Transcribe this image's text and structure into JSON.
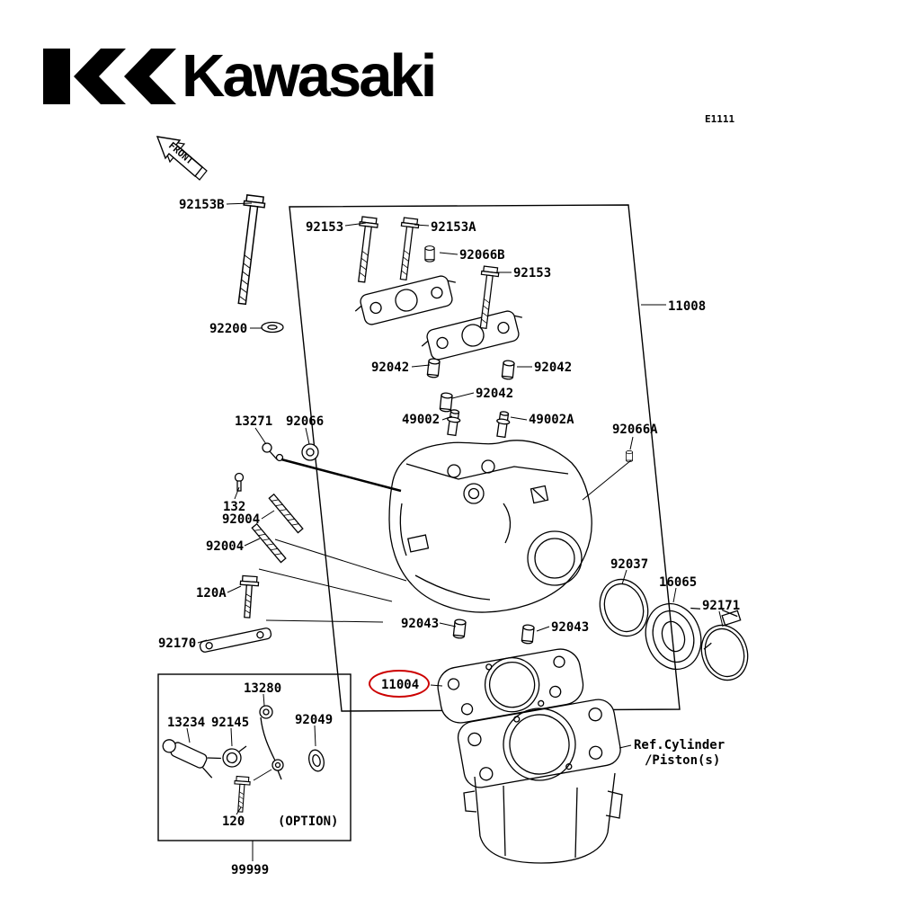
{
  "brand": {
    "wordmark": "Kawasaki"
  },
  "page": {
    "code": "E1111"
  },
  "front_arrow": {
    "label": "FRONT"
  },
  "highlight": {
    "part": "11004",
    "color": "#cc0000"
  },
  "labels": [
    {
      "text": "92153B"
    },
    {
      "text": "92153"
    },
    {
      "text": "92153A"
    },
    {
      "text": "92066B"
    },
    {
      "text": "92153"
    },
    {
      "text": "11008"
    },
    {
      "text": "92200"
    },
    {
      "text": "92042"
    },
    {
      "text": "92042"
    },
    {
      "text": "92042"
    },
    {
      "text": "13271"
    },
    {
      "text": "92066"
    },
    {
      "text": "49002"
    },
    {
      "text": "49002A"
    },
    {
      "text": "92066A"
    },
    {
      "text": "132"
    },
    {
      "text": "92004"
    },
    {
      "text": "92004"
    },
    {
      "text": "92037"
    },
    {
      "text": "16065"
    },
    {
      "text": "120A"
    },
    {
      "text": "92171"
    },
    {
      "text": "92043"
    },
    {
      "text": "92043"
    },
    {
      "text": "92170"
    },
    {
      "text": "11004"
    },
    {
      "text": "13280"
    },
    {
      "text": "13234"
    },
    {
      "text": "92145"
    },
    {
      "text": "92049"
    },
    {
      "text": "Ref.Cylinder"
    },
    {
      "text": "/Piston(s)"
    },
    {
      "text": "120"
    },
    {
      "text": "(OPTION)"
    },
    {
      "text": "99999"
    }
  ]
}
